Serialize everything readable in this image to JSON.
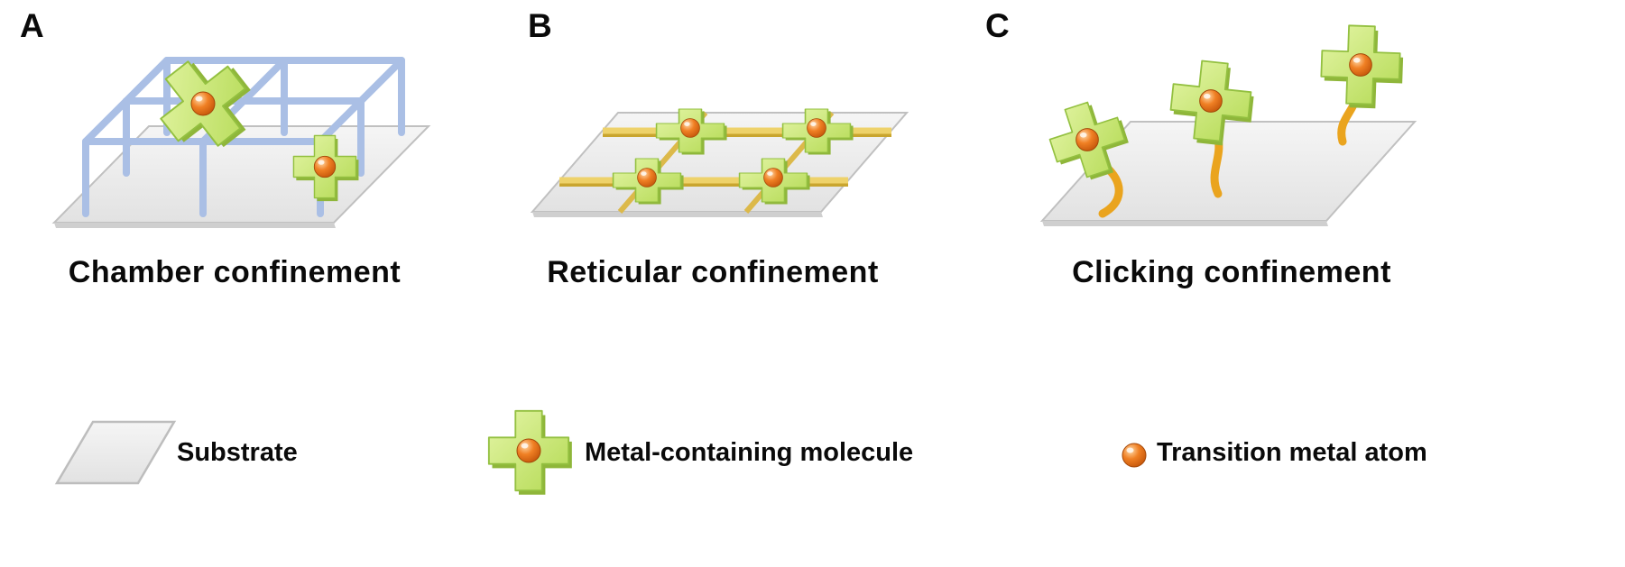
{
  "figure": {
    "panels": [
      {
        "letter": "A",
        "caption": "Chamber confinement"
      },
      {
        "letter": "B",
        "caption": "Reticular confinement"
      },
      {
        "letter": "C",
        "caption": "Clicking confinement"
      }
    ],
    "legend": [
      {
        "name": "substrate",
        "label": "Substrate"
      },
      {
        "name": "metal-containing-molecule",
        "label": "Metal-containing molecule"
      },
      {
        "name": "transition-metal-atom",
        "label": "Transition metal atom"
      }
    ],
    "colors": {
      "background": "#ffffff",
      "text": "#0a0a0a",
      "substrate_fill": "#ececec",
      "substrate_edge": "#c0c0c0",
      "chamber_frame_blue": "#aabfe5",
      "molecule_green": "#c6e470",
      "molecule_green_edge": "#93c040",
      "metal_atom_orange": "#ee7019",
      "linker_yellow": "#e9c95a",
      "tether_orange": "#eaa41e"
    }
  }
}
